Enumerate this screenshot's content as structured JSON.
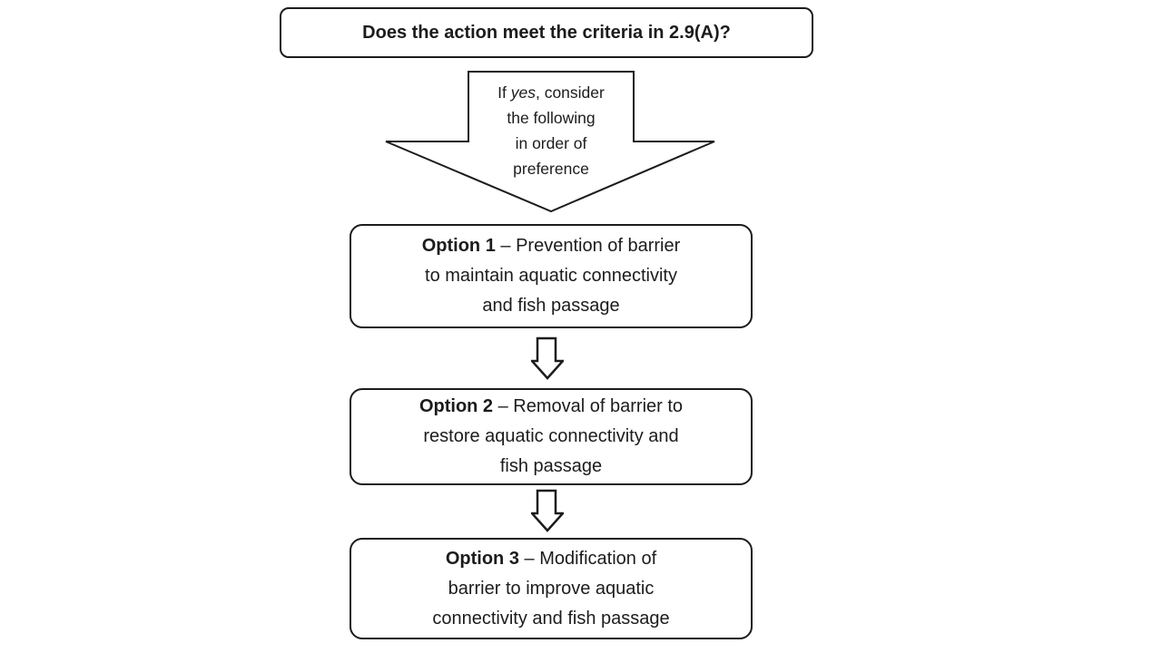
{
  "diagram": {
    "question_box": {
      "text": "Does the action meet the criteria in 2.9(A)?"
    },
    "connector_arrow": {
      "line1_prefix": "If ",
      "line1_italic": "yes",
      "line1_suffix": ", consider",
      "line2": "the following",
      "line3": "in order of",
      "line4": "preference"
    },
    "options": [
      {
        "label": "Option 1",
        "line1_rest": "– Prevention of barrier",
        "line2": "to maintain aquatic connectivity",
        "line3": "and fish passage"
      },
      {
        "label": "Option 2",
        "line1_rest": "– Removal of barrier to",
        "line2": "restore aquatic connectivity and",
        "line3": "fish passage"
      },
      {
        "label": "Option 3",
        "line1_rest": "– Modification of",
        "line2": "barrier to improve aquatic",
        "line3": "connectivity and fish passage"
      }
    ],
    "colors": {
      "stroke": "#1c1c1c",
      "text": "#1c1c1c",
      "background": "#ffffff"
    }
  }
}
